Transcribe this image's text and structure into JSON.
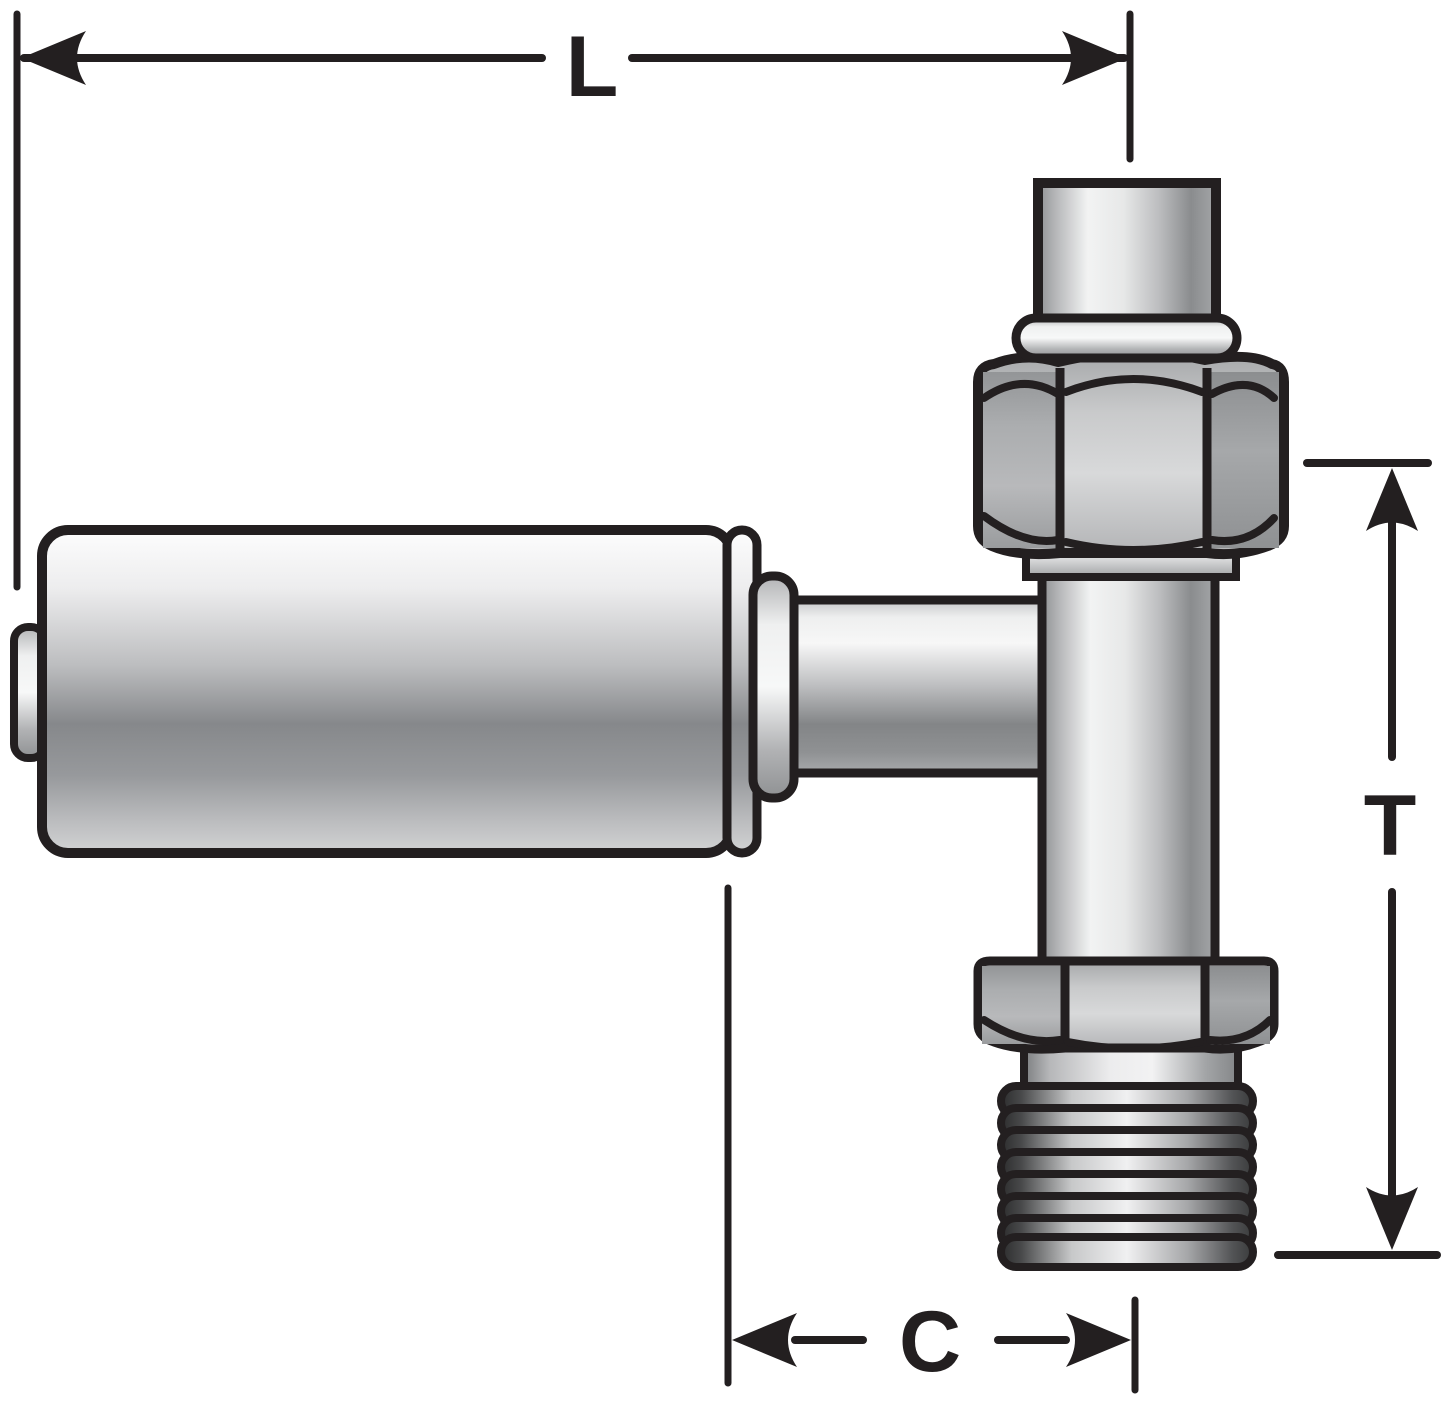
{
  "dimension_labels": {
    "length": "L",
    "tee_height": "T",
    "cutoff": "C"
  },
  "colors": {
    "ink": "#231f20",
    "background": "#ffffff",
    "metal_highlight": "#f7f8f8",
    "metal_midtone": "#b5b6b8",
    "metal_shadow": "#77797c"
  }
}
